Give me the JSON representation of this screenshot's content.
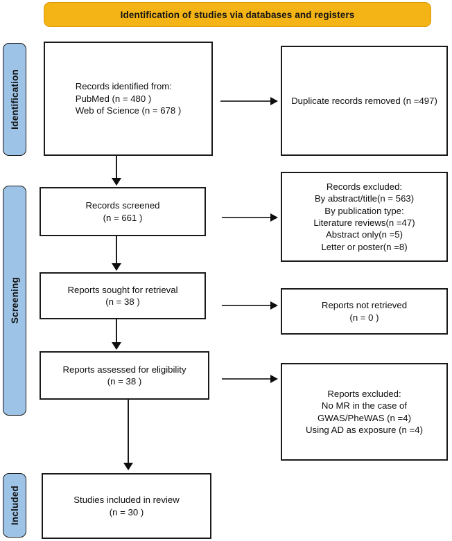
{
  "diagram": {
    "type": "prisma-flow-diagram",
    "banner": {
      "label": "Identification of studies via databases and registers",
      "color": "#F5B416"
    },
    "stage_color": "#9DC3E6",
    "stages": [
      {
        "key": "identification",
        "label": "Identification"
      },
      {
        "key": "screening",
        "label": "Screening"
      },
      {
        "key": "included",
        "label": "Included"
      }
    ],
    "boxes": {
      "records_identified": "Records identified from:\nPubMed (n = 480 )\nWeb of Science (n = 678 )",
      "duplicates_removed": "Duplicate records removed  (n =497)",
      "records_screened": "Records screened\n(n = 661 )",
      "records_excluded": "Records excluded:\nBy abstract/title(n = 563)\nBy publication type:\nLiterature reviews(n =47)\nAbstract only(n =5)\nLetter or poster(n =8)",
      "reports_sought": "Reports sought for retrieval\n(n = 38 )",
      "reports_not_retrieved": "Reports not retrieved\n(n = 0 )",
      "reports_assessed": "Reports assessed for eligibility\n(n = 38 )",
      "reports_excluded": "Reports excluded:\nNo MR in the case of\nGWAS/PheWAS (n =4)\nUsing AD as exposure (n =4)",
      "studies_included": "Studies included in review\n(n = 30 )"
    },
    "counts": {
      "pubmed": 480,
      "web_of_science": 678,
      "duplicates_removed": 497,
      "records_screened": 661,
      "excluded_by_abstract_title": 563,
      "excluded_literature_reviews": 47,
      "excluded_abstract_only": 5,
      "excluded_letter_or_poster": 8,
      "reports_sought": 38,
      "reports_not_retrieved": 0,
      "reports_assessed": 38,
      "excluded_no_mr_gwas_phewas": 4,
      "excluded_using_ad_as_exposure": 4,
      "studies_included": 30
    }
  }
}
